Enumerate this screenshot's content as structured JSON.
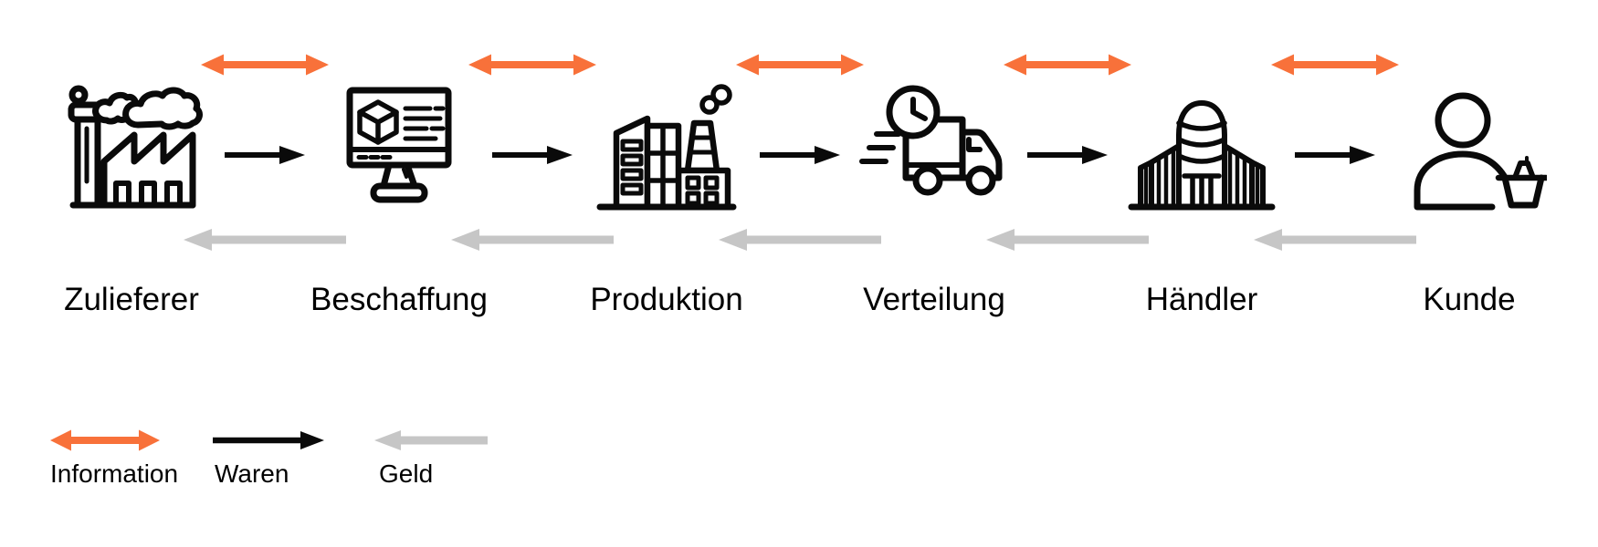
{
  "diagram": {
    "stages": [
      {
        "label": "Zulieferer",
        "icon": "factory-icon"
      },
      {
        "label": "Beschaffung",
        "icon": "computer-monitor-icon"
      },
      {
        "label": "Produktion",
        "icon": "production-plant-icon"
      },
      {
        "label": "Verteilung",
        "icon": "delivery-truck-icon"
      },
      {
        "label": "Händler",
        "icon": "store-building-icon"
      },
      {
        "label": "Kunde",
        "icon": "customer-with-basket-icon"
      }
    ],
    "flows": {
      "information": {
        "label": "Information",
        "direction": "bidirectional",
        "color": "#F8713A"
      },
      "waren": {
        "label": "Waren",
        "direction": "forward",
        "color": "#0A0A0A"
      },
      "geld": {
        "label": "Geld",
        "direction": "backward",
        "color": "#C6C6C6"
      }
    }
  },
  "legend": {
    "items": [
      {
        "label": "Information",
        "arrow": "double-headed",
        "color": "#F8713A"
      },
      {
        "label": "Waren",
        "arrow": "right",
        "color": "#0A0A0A"
      },
      {
        "label": "Geld",
        "arrow": "left",
        "color": "#C6C6C6"
      }
    ]
  },
  "colors": {
    "background": "#FFFFFF",
    "icon_stroke": "#0A0A0A",
    "information_orange": "#F8713A",
    "waren_black": "#0A0A0A",
    "geld_gray": "#C6C6C6"
  }
}
